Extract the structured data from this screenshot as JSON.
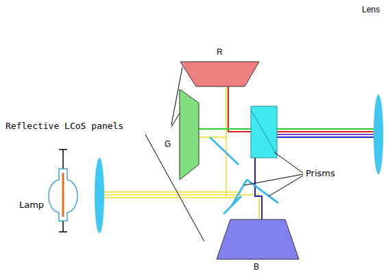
{
  "diagram": {
    "labels": [
      "Lens",
      "R",
      "Reflective LCoS panels",
      "G",
      "Prisms",
      "Lamp",
      "B"
    ]
  }
}
